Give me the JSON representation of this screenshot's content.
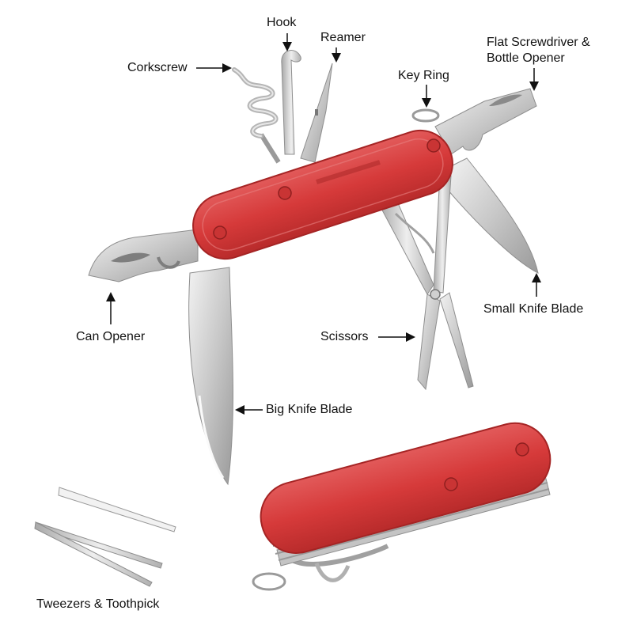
{
  "labels": {
    "hook": "Hook",
    "reamer": "Reamer",
    "corkscrew": "Corkscrew",
    "flat_screwdriver_line1": "Flat Screwdriver &",
    "flat_screwdriver_line2": "Bottle Opener",
    "key_ring": "Key Ring",
    "can_opener": "Can Opener",
    "small_knife_blade": "Small Knife Blade",
    "scissors": "Scissors",
    "big_knife_blade": "Big Knife Blade",
    "tweezers_toothpick": "Tweezers & Toothpick"
  },
  "colors": {
    "handle_red": "#d63a3a",
    "handle_dark": "#b32a2a",
    "steel_light": "#e6e6e6",
    "steel_mid": "#bdbdbd",
    "steel_dark": "#8e8e8e",
    "text": "#111111"
  }
}
